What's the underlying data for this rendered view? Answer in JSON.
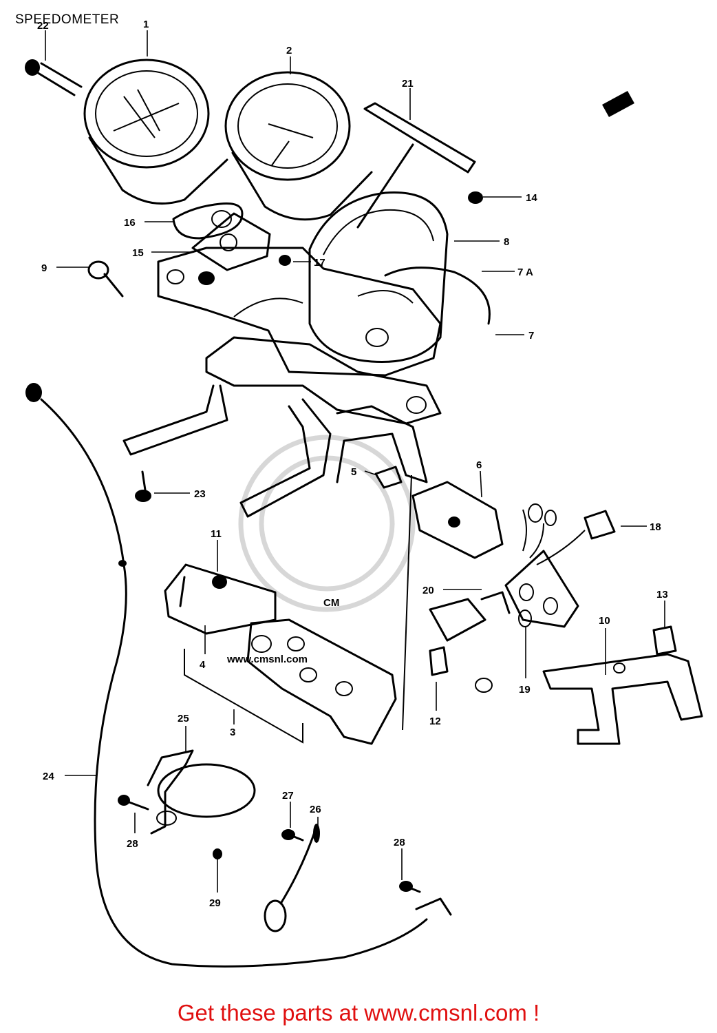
{
  "title": "SPEEDOMETER",
  "footer": "Get these parts at www.cmsnl.com !",
  "colors": {
    "footer": "#e01010",
    "lines": "#000000",
    "watermark": "#d2d2d2"
  },
  "callouts": {
    "c1": "1",
    "c2": "2",
    "c3": "3",
    "c4": "4",
    "c5": "5",
    "c6": "6",
    "c7": "7",
    "c7a": "7 A",
    "c8": "8",
    "c9": "9",
    "c10": "10",
    "c11": "11",
    "c12": "12",
    "c13": "13",
    "c14": "14",
    "c15": "15",
    "c16": "16",
    "c17": "17",
    "c18": "18",
    "c19": "19",
    "c20": "20",
    "c21": "21",
    "c22": "22",
    "c23": "23",
    "c24": "24",
    "c25": "25",
    "c26": "26",
    "c27": "27",
    "c28": "28",
    "c28b": "28",
    "c29": "29"
  }
}
